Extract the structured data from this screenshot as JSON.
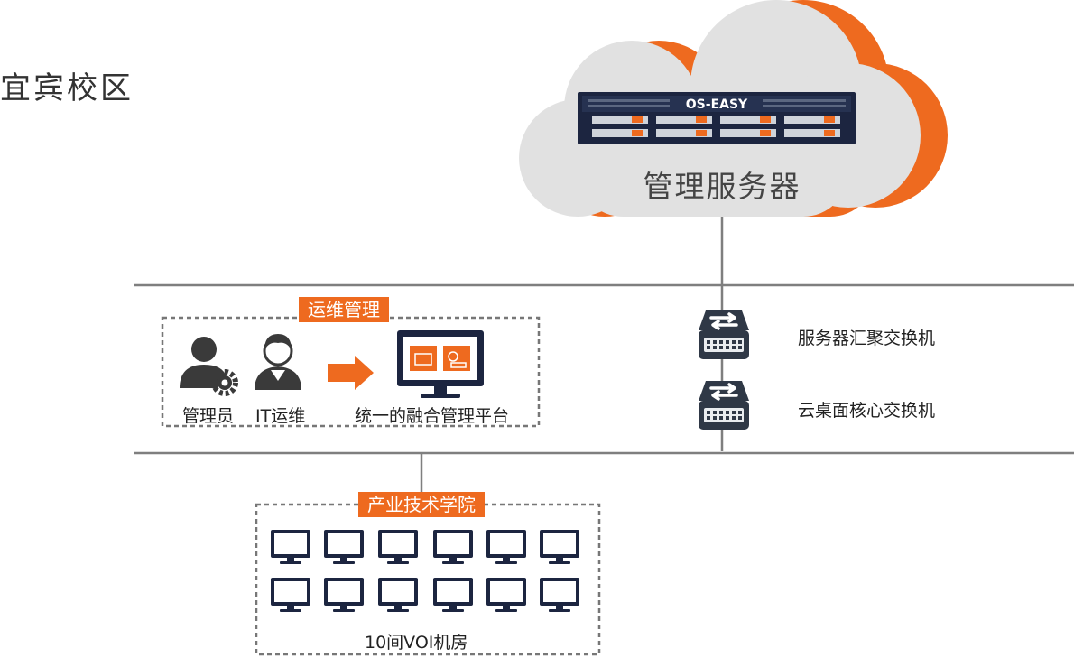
{
  "campus_title": "宜宾校区",
  "cloud": {
    "label": "管理服务器",
    "server_brand": "OS-EASY",
    "colors": {
      "cloud": "#e1e1e1",
      "shadow": "#ee6a1f",
      "server": "#1c2540"
    }
  },
  "ops_group": {
    "badge": "运维管理",
    "admin_label": "管理员",
    "it_label": "IT运维",
    "platform_label": "统一的融合管理平台"
  },
  "switches": [
    {
      "label": "服务器汇聚交换机"
    },
    {
      "label": "云桌面核心交换机"
    }
  ],
  "academy": {
    "badge": "产业技术学院",
    "room_label": "10间VOI机房",
    "monitor_count": 12
  },
  "colors": {
    "accent": "#ee6a1f",
    "line": "#7f7f7f",
    "navy": "#1c2540",
    "dashed": "#777777"
  }
}
